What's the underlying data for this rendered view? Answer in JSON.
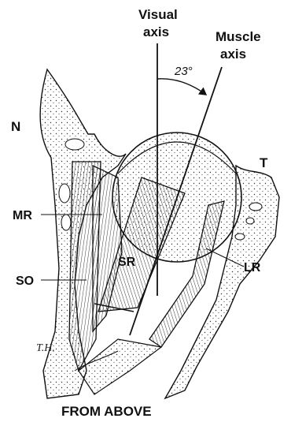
{
  "labels": {
    "visual_axis_line1": "Visual",
    "visual_axis_line2": "axis",
    "muscle_axis_line1": "Muscle",
    "muscle_axis_line2": "axis",
    "angle": "23°",
    "nasal": "N",
    "temporal": "T",
    "medial_rectus": "MR",
    "superior_oblique": "SO",
    "superior_rectus": "SR",
    "lateral_rectus": "LR",
    "caption": "FROM ABOVE",
    "artist_signature": "T.H."
  },
  "colors": {
    "ink": "#111111",
    "bone_fill": "#f4f4f4",
    "background": "#ffffff"
  }
}
